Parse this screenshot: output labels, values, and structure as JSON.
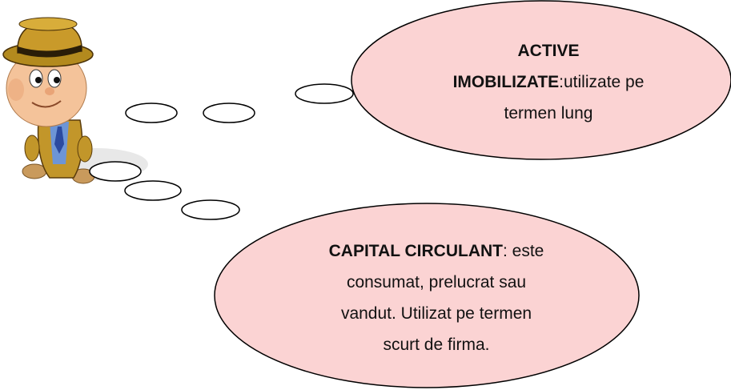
{
  "colors": {
    "bubble_fill": "#fbd3d3",
    "outline": "#000000",
    "hat": "#b38a1e",
    "hat_band": "#2a1d08",
    "face": "#f4c39a",
    "vest": "#c2962a",
    "shirt": "#6d95d6"
  },
  "icons": [
    "cartoon-man-with-straw-hat"
  ],
  "bubble_top": {
    "title_bold": "ACTIVE",
    "subtitle_bold": "IMOBILIZATE",
    "rest": ":utilizate pe",
    "line3": "termen lung"
  },
  "bubble_bottom": {
    "title_bold": "CAPITAL CIRCULANT",
    "rest": ": este",
    "line2": "consumat, prelucrat sau",
    "line3": "vandut. Utilizat pe termen",
    "line4": "scurt de firma."
  }
}
